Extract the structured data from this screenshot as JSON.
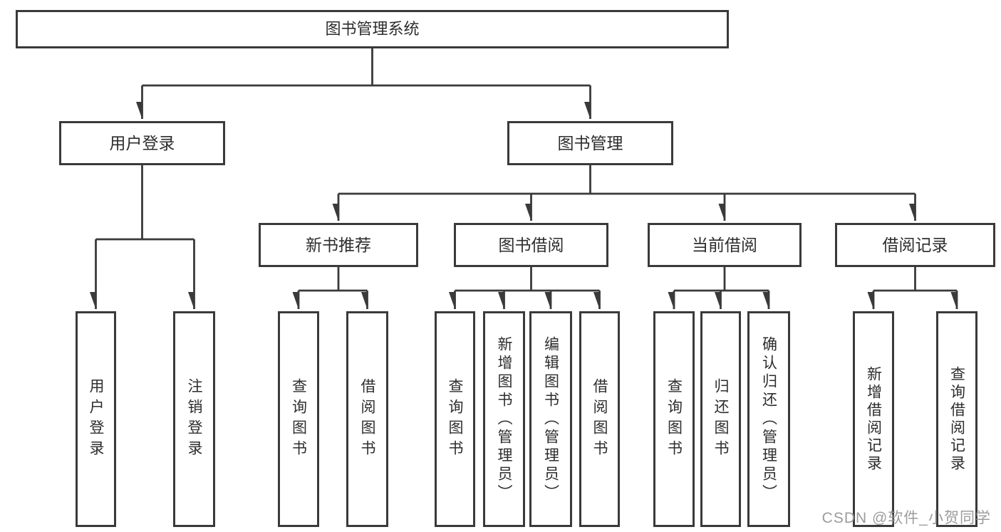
{
  "diagram": {
    "root": {
      "label": "图书管理系统"
    },
    "branches": [
      {
        "label": "用户登录",
        "children": [
          {
            "label": "用户登录"
          },
          {
            "label": "注销登录"
          }
        ]
      },
      {
        "label": "图书管理",
        "children": [
          {
            "label": "新书推荐",
            "children": [
              {
                "label": "查询图书"
              },
              {
                "label": "借阅图书"
              }
            ]
          },
          {
            "label": "图书借阅",
            "children": [
              {
                "label": "查询图书"
              },
              {
                "label": "新增图书（管理员）"
              },
              {
                "label": "编辑图书（管理员）"
              },
              {
                "label": "借阅图书"
              }
            ]
          },
          {
            "label": "当前借阅",
            "children": [
              {
                "label": "查询图书"
              },
              {
                "label": "归还图书"
              },
              {
                "label": "确认归还（管理员）"
              }
            ]
          },
          {
            "label": "借阅记录",
            "children": [
              {
                "label": "新增借阅记录"
              },
              {
                "label": "查询借阅记录"
              }
            ]
          }
        ]
      }
    ]
  },
  "watermark": {
    "text": "CSDN @软件_小贺同学"
  },
  "colors": {
    "line": "#3a3a3a",
    "text": "#2d2d2d",
    "background": "#ffffff",
    "watermark": "#949494"
  }
}
